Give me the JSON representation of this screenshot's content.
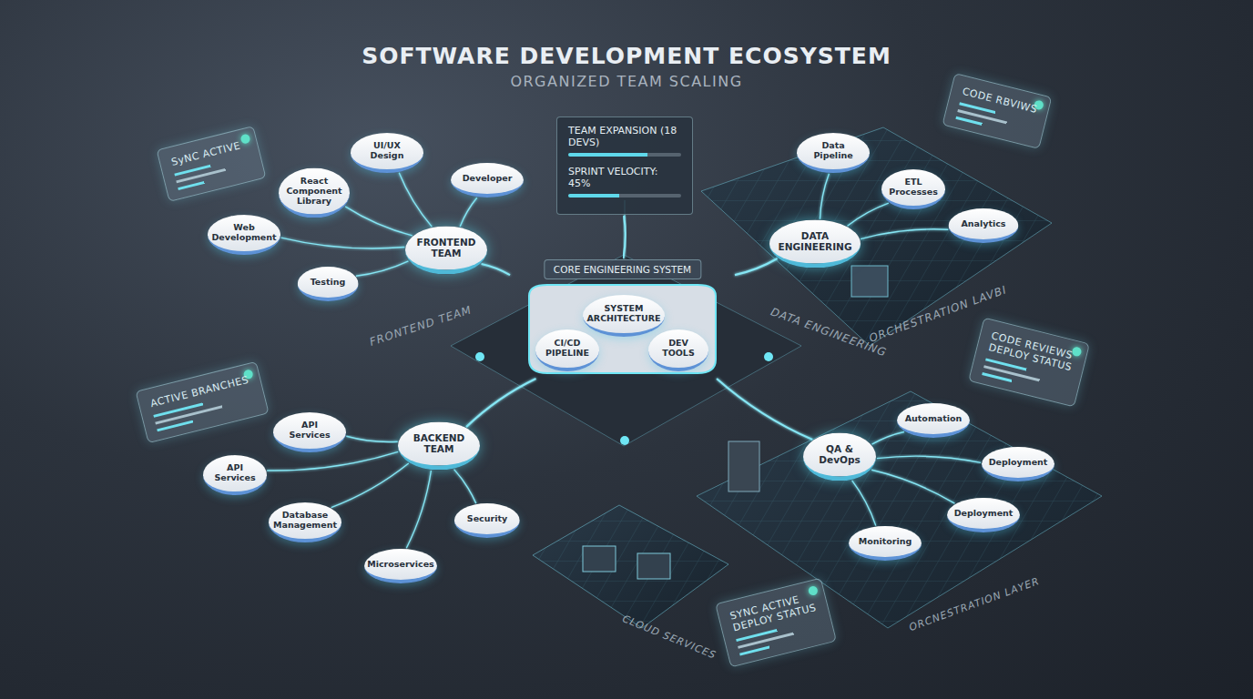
{
  "diagram": {
    "title": "SOFTWARE DEVELOPMENT ECOSYSTEM",
    "nodes": [
      {
        "text": [
          "SyNC ACTIVE"
        ]
      },
      {
        "text": [
          "UI/UX Design"
        ]
      },
      {
        "text": [
          "Developer"
        ]
      },
      {
        "text": [
          "React Component Library"
        ]
      },
      {
        "text": [
          "Web Development"
        ]
      },
      {
        "text": [
          "FRONTEND TEAM"
        ]
      },
      {
        "text": [
          "Testing"
        ]
      },
      {
        "text": [
          "TEAM EXPANSION (18 DEVS)",
          "SPRINT VELOCITY: 45%"
        ]
      },
      {
        "text": [
          "CORE ENGINEERING SYSTEM"
        ]
      },
      {
        "text": [
          "SYSTEM ARCHITECTURE"
        ],
        "in": 8
      },
      {
        "text": [
          "CI/CD PIPELINE"
        ],
        "in": 8
      },
      {
        "text": [
          "DEV TOOLS"
        ],
        "in": 8
      },
      {
        "text": [
          "CODE RBVIWS"
        ]
      },
      {
        "text": [
          "Data Pipeline"
        ]
      },
      {
        "text": [
          "ETL Processes"
        ]
      },
      {
        "text": [
          "DATA ENGINEERING"
        ]
      },
      {
        "text": [
          "Analytics"
        ]
      },
      {
        "text": [
          "ACTIVE BRANCHES"
        ]
      },
      {
        "text": [
          "CODE REVIEWS",
          "DEPLOY STATUS"
        ]
      },
      {
        "text": [
          "API Services"
        ]
      },
      {
        "text": [
          "BACKEND TEAM"
        ]
      },
      {
        "text": [
          "API Services"
        ]
      },
      {
        "text": [
          "QA & DevOps"
        ]
      },
      {
        "text": [
          "Automation"
        ]
      },
      {
        "text": [
          "Deployment"
        ]
      },
      {
        "text": [
          "Security"
        ]
      },
      {
        "text": [
          "Database Management"
        ]
      },
      {
        "text": [
          "Deployment"
        ]
      },
      {
        "text": [
          "Monitoring"
        ]
      },
      {
        "text": [
          "Microservices"
        ]
      },
      {
        "text": [
          "SYNC ACTIVE",
          "DEPLOY STATUS"
        ]
      }
    ],
    "edges": [
      {
        "from": 5,
        "to": 1,
        "arrow": "none"
      },
      {
        "from": 5,
        "to": 2,
        "arrow": "none"
      },
      {
        "from": 5,
        "to": 3,
        "arrow": "none"
      },
      {
        "from": 5,
        "to": 4,
        "arrow": "none"
      },
      {
        "from": 5,
        "to": 6,
        "arrow": "none"
      },
      {
        "from": 5,
        "to": 8,
        "arrow": "none"
      },
      {
        "from": 7,
        "to": 8,
        "arrow": "none"
      },
      {
        "from": 15,
        "to": 13,
        "arrow": "none"
      },
      {
        "from": 15,
        "to": 14,
        "arrow": "none"
      },
      {
        "from": 15,
        "to": 16,
        "arrow": "none"
      },
      {
        "from": 15,
        "to": 8,
        "arrow": "none"
      },
      {
        "from": 20,
        "to": 19,
        "arrow": "none"
      },
      {
        "from": 20,
        "to": 21,
        "arrow": "none"
      },
      {
        "from": 20,
        "to": 26,
        "arrow": "none"
      },
      {
        "from": 20,
        "to": 25,
        "arrow": "none"
      },
      {
        "from": 20,
        "to": 29,
        "arrow": "none"
      },
      {
        "from": 20,
        "to": 8,
        "arrow": "none"
      },
      {
        "from": 22,
        "to": 23,
        "arrow": "none"
      },
      {
        "from": 22,
        "to": 24,
        "arrow": "none"
      },
      {
        "from": 22,
        "to": 27,
        "arrow": "none"
      },
      {
        "from": 22,
        "to": 28,
        "arrow": "none"
      },
      {
        "from": 22,
        "to": 8,
        "arrow": "none"
      }
    ],
    "labels": [
      "ORGANIZED TEAM SCALING",
      "FRONTEND TEAM",
      "DATA ENGINEERING",
      "ORCHESTRATION LAVBI",
      "CLOUD SERVICES",
      "ORCNESTRATION LAYER"
    ]
  }
}
